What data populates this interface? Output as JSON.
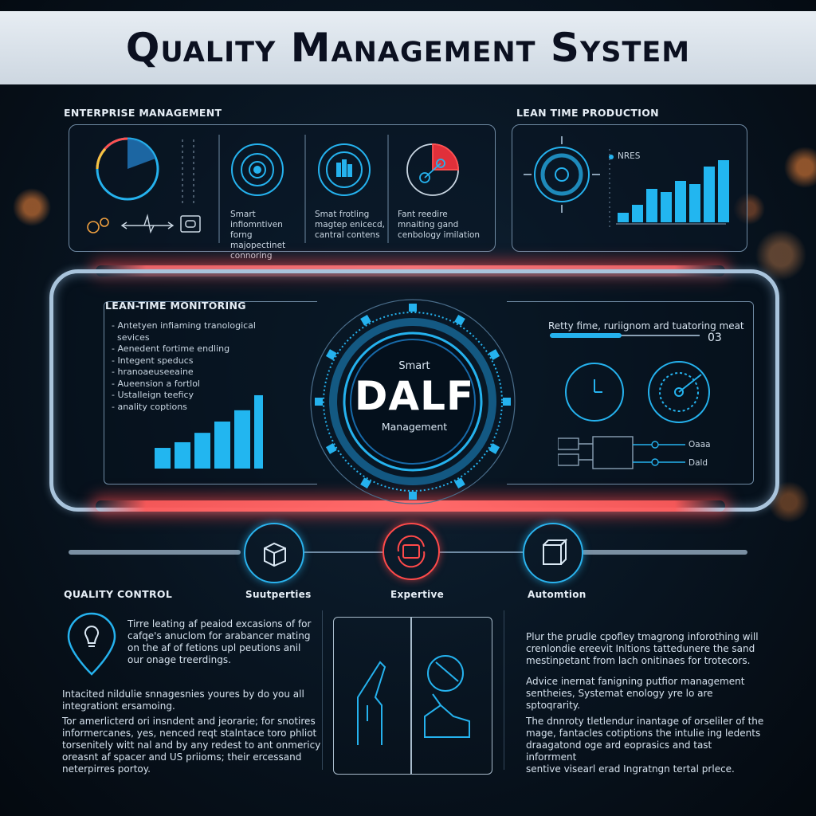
{
  "header": {
    "title": "Quality Management System"
  },
  "enterprise": {
    "label": "ENTERPRISE MANAGEMENT",
    "items": [
      {
        "line1": "Smart infiomntiven",
        "line2": "forng majopectinet",
        "line3": "connoring"
      },
      {
        "line1": "Smat frotling",
        "line2": "magtep enicecd,",
        "line3": "cantral contens"
      },
      {
        "line1": "Fant reedire",
        "line2": "mnaiting gand",
        "line3": "cenbology imilation"
      }
    ]
  },
  "lean_production": {
    "label": "LEAN TIME PRODUCTION",
    "legend": "NRES",
    "chart_data": {
      "type": "bar",
      "values": [
        12,
        22,
        42,
        38,
        52,
        48,
        70,
        78
      ],
      "ylim": [
        0,
        100
      ]
    }
  },
  "monitoring": {
    "label": "LEAN-TIME MONITORING",
    "bullets": [
      "Antetyen infiaming tranological",
      "sevices",
      "Aenedent fortime endling",
      "Integent speducs",
      "hranoaeuseeaine",
      "Aueension a fortlol",
      "Ustalleign teeficy",
      "anality coptions"
    ],
    "chart_data": {
      "type": "bar",
      "values": [
        22,
        28,
        38,
        50,
        62,
        78
      ],
      "ylim": [
        0,
        100
      ]
    }
  },
  "center": {
    "top": "Smart",
    "main": "DALF",
    "bottom": "Management"
  },
  "realtime": {
    "title": "Retty fime, ruriignom ard tuatoring meat",
    "value": "03",
    "legend_1": "Oaaa",
    "legend_2": "Dald"
  },
  "features": [
    {
      "label": "Suutperties",
      "icon": "box-icon"
    },
    {
      "label": "Expertive",
      "icon": "target-icon"
    },
    {
      "label": "Automtion",
      "icon": "cube-icon"
    }
  ],
  "quality_control": {
    "label": "QUALITY CONTROL",
    "intro": [
      "Tirre leating af peaiod excasions of for",
      "cafqe's anuclom for arabancer mating",
      "on the af of fetions upl peutions anil",
      "our onage treerdings."
    ],
    "para1": [
      "Intacited nildulie snnagesnies youres by do you all",
      "integrationt ersamoing."
    ],
    "para2": [
      "Tor amerlicterd ori insndent and jeorarie; for snotires",
      "informercanes, yes, nenced reqt stalntace toro phliot",
      "torsenitely witt nal and by any redest to ant onmericy",
      "oreasnt af spacer and US priioms; their ercessand",
      "neterpirres portoy."
    ]
  },
  "right_text": {
    "para1": [
      "Plur the prudle cpofley tmagrong inforothing will",
      "crenlondie ereevit Inltions tattedunere the sand",
      "mestinpetant from lach onitinaes for trotecors."
    ],
    "para2": [
      "Advice inernat fanigning putfior management",
      "sentheies, Systemat enology yre lo are",
      "sptoqrarity."
    ],
    "para3": [
      "The dnnroty tletlendur inantage of orseliler of the",
      "mage, fantacles cotiptions the intulie ing ledents",
      "draagatond oge ard eoprasics and tast inforrment",
      "sentive visearl erad Ingratngn tertal prlece."
    ]
  }
}
